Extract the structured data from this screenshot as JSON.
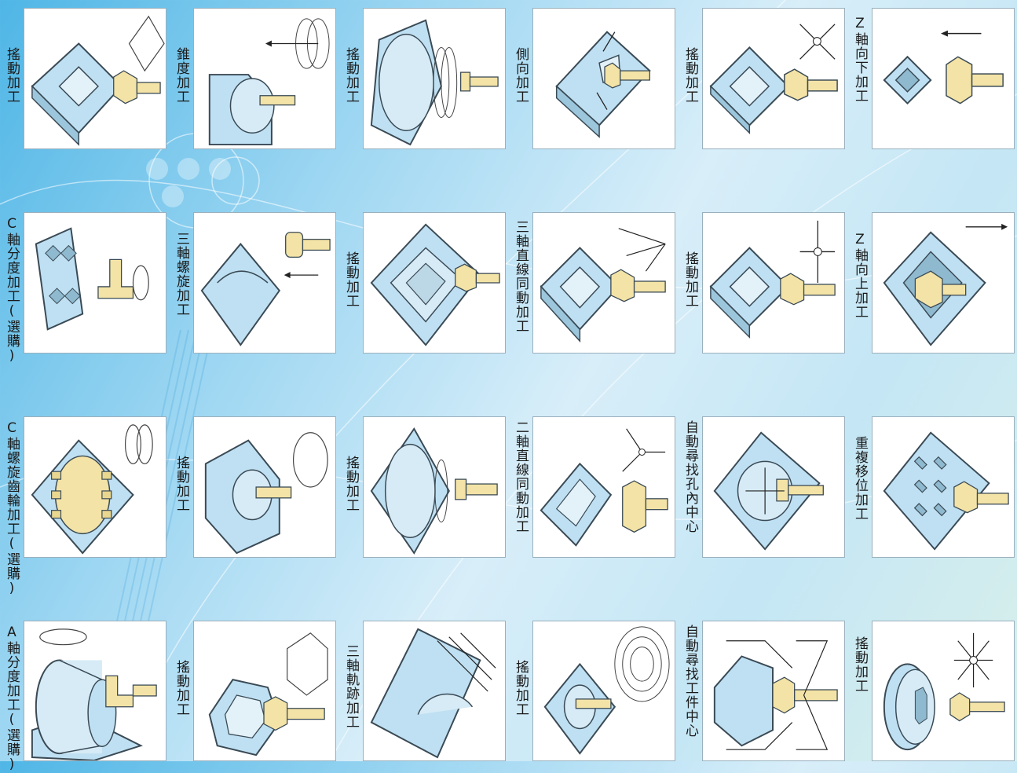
{
  "colors": {
    "workpiece": "#bfe0f2",
    "workpiece_edge": "#3a4a55",
    "tool": "#f3e3a6",
    "background_light": "#d8eef9",
    "background_accent": "#4fb6e6"
  },
  "rows": [
    [
      {
        "label": "Z軸向下加工",
        "icon": "diamond-recess-with-tool-arrow-left-icon"
      },
      {
        "label": "搖動加工",
        "icon": "rectangular-recess-orbit-x-icon"
      },
      {
        "label": "側向加工",
        "icon": "block-side-slot-icon"
      },
      {
        "label": "搖動加工",
        "icon": "round-disk-rocking-icon"
      },
      {
        "label": "錐度加工",
        "icon": "taper-cut-icon"
      },
      {
        "label": "搖動加工",
        "icon": "square-recess-rocking-icon"
      }
    ],
    [
      {
        "label": "Z軸向上加工",
        "icon": "upward-cavity-icon"
      },
      {
        "label": "搖動加工",
        "icon": "rectangular-recess-cross-arrows-icon"
      },
      {
        "label": "三軸直線同動加工",
        "icon": "three-axis-linear-icon"
      },
      {
        "label": "搖動加工",
        "icon": "stepped-cavity-icon"
      },
      {
        "label": "三軸螺旋加工",
        "icon": "three-axis-spiral-icon"
      },
      {
        "label": "C軸分度加工(選購)",
        "icon": "c-axis-indexing-icon"
      }
    ],
    [
      {
        "label": "重複移位加工",
        "icon": "repeat-shift-icon"
      },
      {
        "label": "自動尋找孔內中心",
        "icon": "find-hole-center-icon"
      },
      {
        "label": "二軸直線同動加工",
        "icon": "two-axis-linear-icon"
      },
      {
        "label": "搖動加工",
        "icon": "oval-recess-rocking-icon"
      },
      {
        "label": "搖動加工",
        "icon": "keyhole-rocking-icon"
      },
      {
        "label": "C軸螺旋齒輪加工(選購)",
        "icon": "c-axis-helical-gear-icon"
      }
    ],
    [
      {
        "label": "搖動加工",
        "icon": "hex-socket-rocking-icon"
      },
      {
        "label": "自動尋找工件中心",
        "icon": "find-workpiece-center-icon"
      },
      {
        "label": "搖動加工",
        "icon": "concentric-recess-rocking-icon"
      },
      {
        "label": "三軸軌跡加工",
        "icon": "three-axis-trajectory-icon"
      },
      {
        "label": "搖動加工",
        "icon": "hex-recess-rocking-icon"
      },
      {
        "label": "A軸分度加工(選購)",
        "icon": "a-axis-indexing-icon"
      }
    ]
  ]
}
